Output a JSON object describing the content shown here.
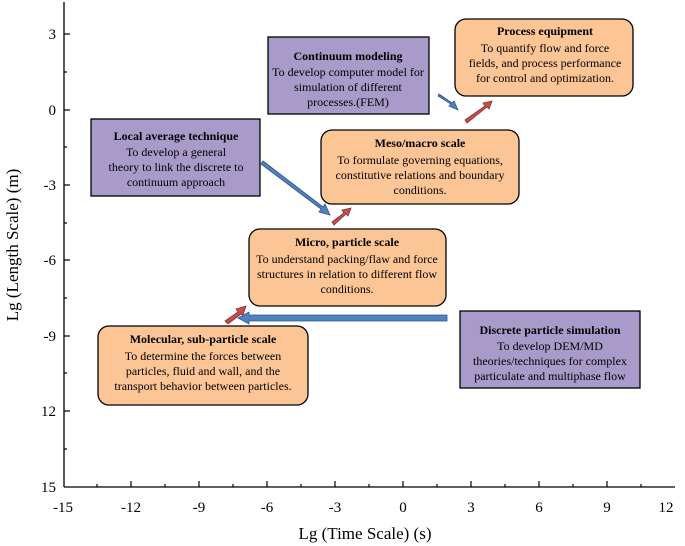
{
  "axes": {
    "xlabel": "Lg (Time Scale) (s)",
    "ylabel": "Lg (Length Scale) (m)",
    "x_ticks": [
      "-15",
      "-12",
      "-9",
      "-6",
      "-3",
      "0",
      "3",
      "6",
      "9",
      "12"
    ],
    "y_ticks": [
      "3",
      "0",
      "-3",
      "-6",
      "-9",
      "12",
      "15"
    ],
    "xlim": [
      -15,
      12
    ],
    "ylim": [
      -15,
      4.5
    ]
  },
  "colors": {
    "orange_box": "#FCC596",
    "purple_box": "#A99BC9",
    "blue_arrow": "#4F81BD",
    "red_arrow": "#C0504D"
  },
  "boxes": [
    {
      "id": "process-equipment",
      "kind": "orange",
      "title": "Process equipment",
      "lines": [
        "To quantify flow and force",
        "fields, and process performance",
        "for control and optimization."
      ]
    },
    {
      "id": "continuum-modeling",
      "kind": "purple",
      "title": "Continuum modeling",
      "lines": [
        "To develop computer model for",
        "simulation of different",
        "processes.(FEM)"
      ]
    },
    {
      "id": "local-average-technique",
      "kind": "purple",
      "title": "Local average technique",
      "lines": [
        "To develop a general",
        "theory to link the discrete to",
        "continuum approach"
      ]
    },
    {
      "id": "meso-macro-scale",
      "kind": "orange",
      "title": "Meso/macro scale",
      "lines": [
        "To formulate governing equations,",
        "constitutive relations and boundary",
        "conditions."
      ]
    },
    {
      "id": "micro-particle-scale",
      "kind": "orange",
      "title": "Micro, particle scale",
      "lines": [
        "To understand packing/flaw and force",
        "structures in relation to different flow",
        "conditions."
      ]
    },
    {
      "id": "molecular-sub-particle-scale",
      "kind": "orange",
      "title": "Molecular, sub-particle scale",
      "lines": [
        "To determine the forces between",
        "particles, fluid and wall, and the",
        "transport behavior between particles."
      ]
    },
    {
      "id": "discrete-particle-simulation",
      "kind": "purple",
      "title": "Discrete particle simulation",
      "lines": [
        "To develop DEM/MD",
        "theories/techniques for complex",
        "particulate and multiphase flow"
      ]
    }
  ]
}
